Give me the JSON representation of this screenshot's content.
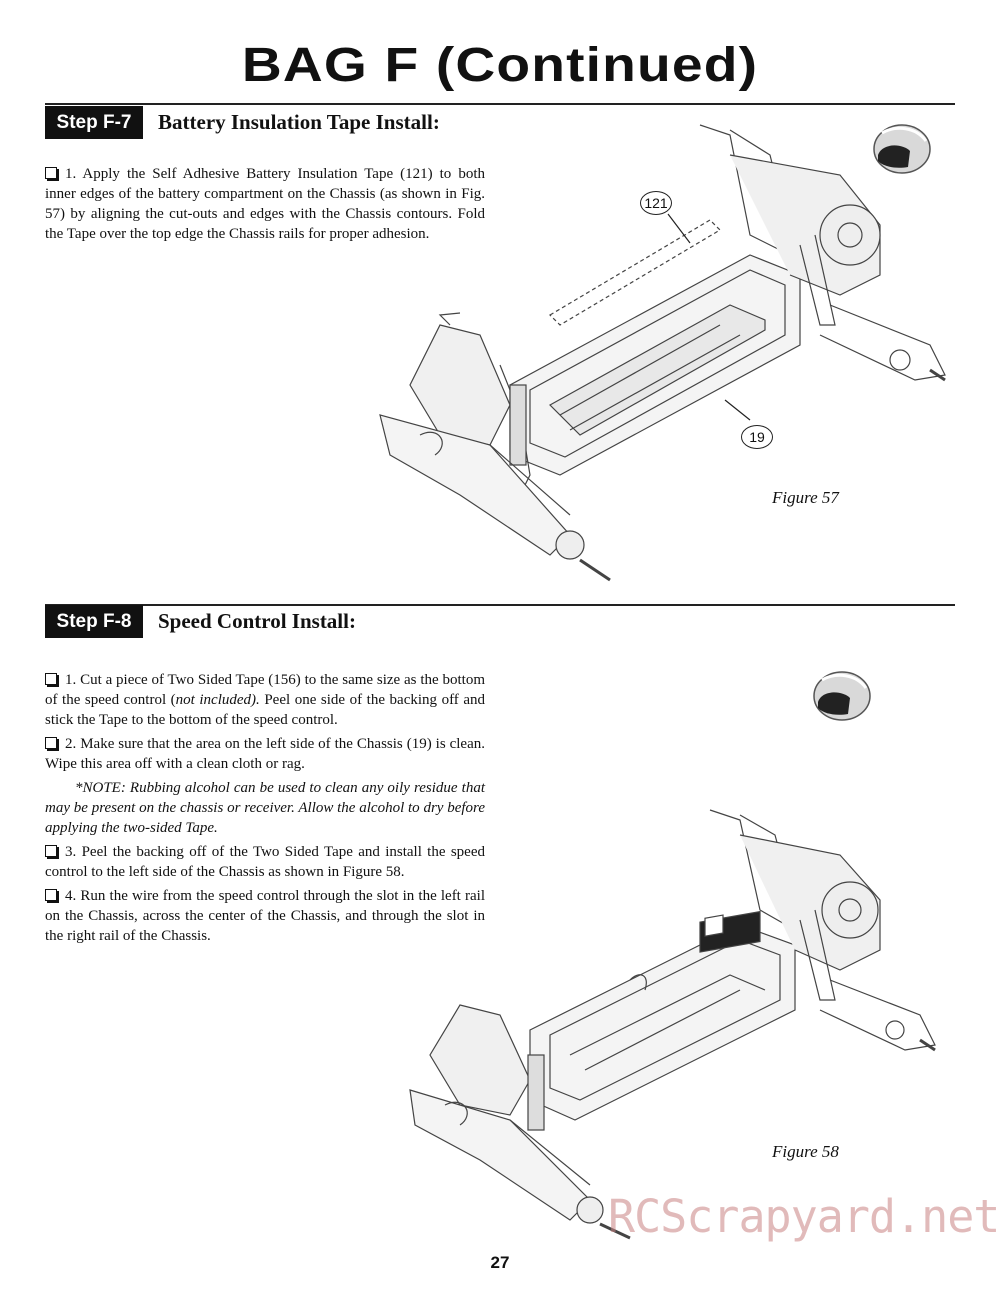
{
  "page_title": "BAG F (Continued)",
  "steps": [
    {
      "badge": "Step F-7",
      "heading": "Battery Insulation Tape Install:",
      "instructions": [
        "1. Apply the Self Adhesive Battery Insulation Tape (121) to both inner edges of the battery compartment on the Chassis (as shown in Fig. 57) by aligning the cut-outs and edges with the Chassis contours. Fold the Tape over the top edge the Chassis rails for proper adhesion."
      ],
      "figure": {
        "caption": "Figure 57",
        "callouts": [
          "121",
          "19"
        ],
        "icon": "helmet-icon"
      }
    },
    {
      "badge": "Step F-8",
      "heading": "Speed Control Install:",
      "instructions": [
        "1. Cut a piece of Two Sided Tape (156) to the same size as the bottom of the speed control (",
        "not included).",
        " Peel one side of the backing off and stick the Tape to the bottom of the speed control.",
        "2. Make sure that the area on the left side of the Chassis (19) is clean. Wipe this area off with a clean cloth or rag.",
        "*NOTE: Rubbing alcohol can be used to clean any oily residue that may be present on the chassis or receiver. Allow the alcohol to dry before applying the two-sided Tape.",
        "3. Peel the backing off of the Two Sided Tape and install the speed control to the left side of the Chassis as shown in Figure 58.",
        "4. Run the wire from the speed control through the slot in the left rail on the Chassis, across the center of the Chassis, and through the slot in the right rail of the Chassis."
      ],
      "figure": {
        "caption": "Figure 58",
        "icon": "helmet-icon"
      }
    }
  ],
  "page_number": "27",
  "watermark": "RCScrapyard.net"
}
